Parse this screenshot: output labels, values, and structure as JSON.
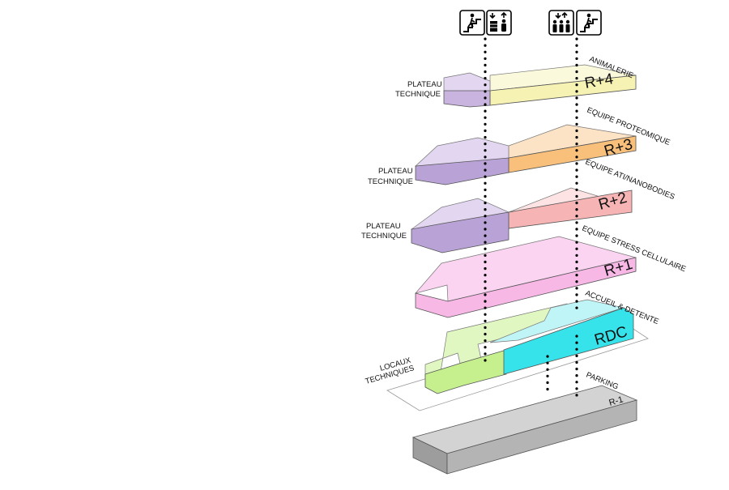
{
  "icons": {
    "left": [
      "stairs-up-icon",
      "freight-elevator-icon"
    ],
    "right": [
      "passenger-elevator-icon",
      "stairs-up-icon"
    ]
  },
  "levels": {
    "r4": {
      "code": "R+4",
      "label": "ANIMALERIE",
      "side_label": [
        "PLATEAU",
        "TECHNIQUE"
      ]
    },
    "r3": {
      "code": "R+3",
      "label": "EQUIPE PROTEOMIQUE",
      "side_label": [
        "PLATEAU",
        "TECHNIQUE"
      ]
    },
    "r2": {
      "code": "R+2",
      "label": "EQUIPE ATI/NANOBODIES",
      "side_label": [
        "PLATEAU",
        "TECHNIQUE"
      ]
    },
    "r1": {
      "code": "R+1",
      "label": "EQUIPE STRESS CELLULAIRE"
    },
    "rdc": {
      "code": "RDC",
      "label": "ACCUEIL & DETENTE",
      "side_label": [
        "LOCAUX",
        "TECHNIQUES"
      ]
    },
    "rm1": {
      "code": "R-1",
      "label": "PARKING"
    }
  },
  "colors": {
    "r4_team": "#f6f2b4",
    "r4_tech": "#c8b4de",
    "r3_team": "#f8c07a",
    "r3_tech": "#b9a3d6",
    "r2_team": "#f6b4b4",
    "r2_tech": "#b9a3d6",
    "r1_team": "#f7b8e6",
    "rdc_team": "#37e3ea",
    "rdc_tech": "#c6ef8e",
    "parking": "#c4c4c4"
  }
}
